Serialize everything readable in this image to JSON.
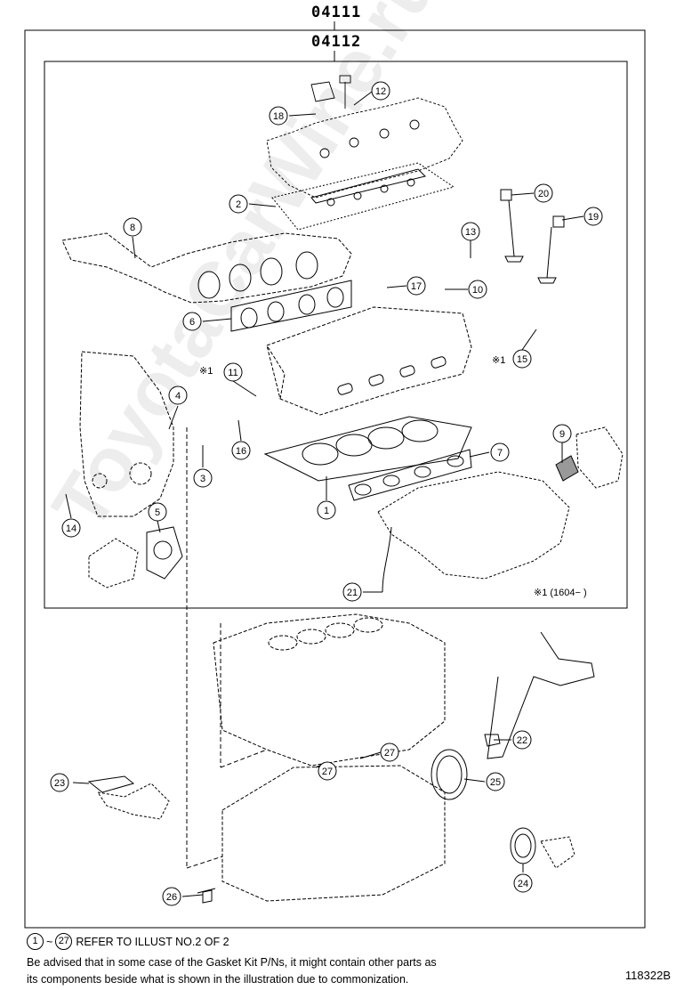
{
  "kit_codes": {
    "outer": "04111",
    "inner": "04112"
  },
  "callouts": [
    {
      "id": "c12",
      "label": "12"
    },
    {
      "id": "c18",
      "label": "18"
    },
    {
      "id": "c2",
      "label": "2"
    },
    {
      "id": "c20",
      "label": "20"
    },
    {
      "id": "c19",
      "label": "19"
    },
    {
      "id": "c8",
      "label": "8"
    },
    {
      "id": "c13",
      "label": "13"
    },
    {
      "id": "c17",
      "label": "17"
    },
    {
      "id": "c10",
      "label": "10"
    },
    {
      "id": "c6",
      "label": "6"
    },
    {
      "id": "c15",
      "label": "15"
    },
    {
      "id": "c11",
      "label": "11"
    },
    {
      "id": "c4",
      "label": "4"
    },
    {
      "id": "c16",
      "label": "16"
    },
    {
      "id": "c3",
      "label": "3"
    },
    {
      "id": "c7",
      "label": "7"
    },
    {
      "id": "c9",
      "label": "9"
    },
    {
      "id": "c1",
      "label": "1"
    },
    {
      "id": "c14",
      "label": "14"
    },
    {
      "id": "c5",
      "label": "5"
    },
    {
      "id": "c21",
      "label": "21"
    },
    {
      "id": "c22",
      "label": "22"
    },
    {
      "id": "c27",
      "label": "27"
    },
    {
      "id": "c27b",
      "label": "27"
    },
    {
      "id": "c23",
      "label": "23"
    },
    {
      "id": "c25",
      "label": "25"
    },
    {
      "id": "c24",
      "label": "24"
    },
    {
      "id": "c26",
      "label": "26"
    }
  ],
  "markers": {
    "asterisk_note": "※1"
  },
  "applicability_note": "※1 (1604−     )",
  "refer": {
    "from": "1",
    "to": "27",
    "text": "REFER TO ILLUST NO.2 OF 2"
  },
  "advisory": [
    "Be advised that in some case of the Gasket Kit P/Ns,  it might contain other parts as",
    "its components beside what is shown in the illustration due to commonization."
  ],
  "illustration_id": "118322B",
  "watermark": "ToyotaCarWine.ru"
}
